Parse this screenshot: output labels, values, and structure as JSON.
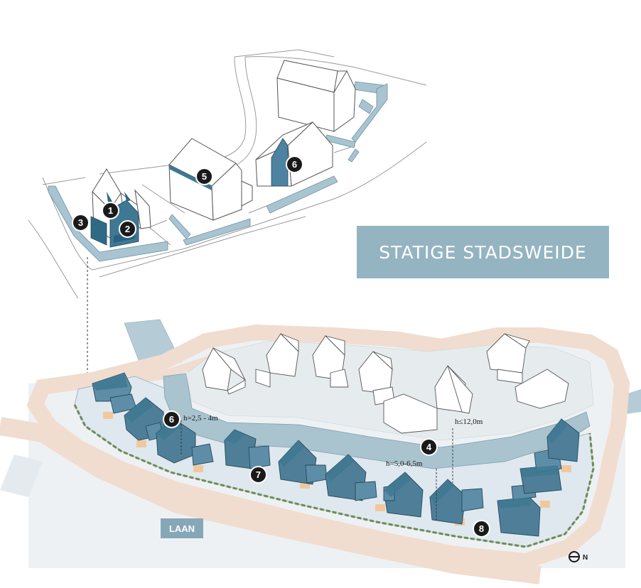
{
  "title": "STATIGE STADSWEIDE",
  "street_label": "LAAN",
  "compass": "N",
  "markers": [
    {
      "id": "1",
      "label": "1"
    },
    {
      "id": "2",
      "label": "2"
    },
    {
      "id": "3",
      "label": "3"
    },
    {
      "id": "4",
      "label": "4"
    },
    {
      "id": "5",
      "label": "5"
    },
    {
      "id": "6a",
      "label": "6"
    },
    {
      "id": "6b",
      "label": "6"
    },
    {
      "id": "7",
      "label": "7"
    },
    {
      "id": "8",
      "label": "8"
    }
  ],
  "height_labels": {
    "h1": "h=2,5 - 4m",
    "h2": "h≤12,0m",
    "h3": "h=5,0-6,5m"
  },
  "colors": {
    "accent_blue": "#94b4c2",
    "house_blue": "#3f7893",
    "water": "#aac3cf",
    "road": "#f0ddd0",
    "hedge": "#6e8a55",
    "parking": "#f2c79e"
  }
}
